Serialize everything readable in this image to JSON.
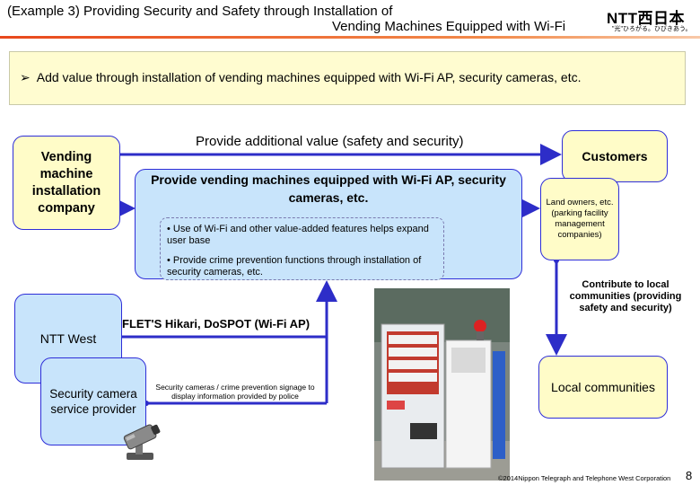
{
  "header": {
    "title_line1": "(Example 3)   Providing Security and Safety through Installation of",
    "title_line2": "Vending Machines Equipped with Wi-Fi",
    "logo_text": "NTT西日本",
    "logo_tagline": "\"光\"ひろがる。ひびきあう。"
  },
  "banner": {
    "bullet": "➢",
    "text": "Add value through installation of vending machines equipped with Wi-Fi AP, security cameras, etc."
  },
  "diagram": {
    "top_arrow_label": "Provide additional value (safety and security)",
    "vending_company": "Vending machine installation company",
    "customers": "Customers",
    "land_owners": "Land owners, etc. (parking facility management companies)",
    "center_title": "Provide vending machines equipped with Wi-Fi AP, security cameras, etc.",
    "bullet_1": "•  Use of Wi-Fi and other value-added features helps expand user base",
    "bullet_2": "•  Provide crime prevention functions through installation of security cameras, etc.",
    "ntt_west": "NTT West",
    "flets_label": "FLET'S Hikari, DoSPOT (Wi-Fi AP)",
    "security_provider": "Security camera service provider",
    "security_note": "Security cameras / crime prevention signage to display information provided by police",
    "contribute_label": "Contribute to local communities (providing safety and security)",
    "local_communities": "Local communities"
  },
  "footer": {
    "copyright": "©2014Nippon Telegraph and Telephone West Corporation",
    "page_number": "8"
  },
  "colors": {
    "arrow": "#2d2dc8",
    "yellow_box": "#fffcc8",
    "blue_box": "#c8e4fb",
    "accent_line": "#e8481c"
  }
}
